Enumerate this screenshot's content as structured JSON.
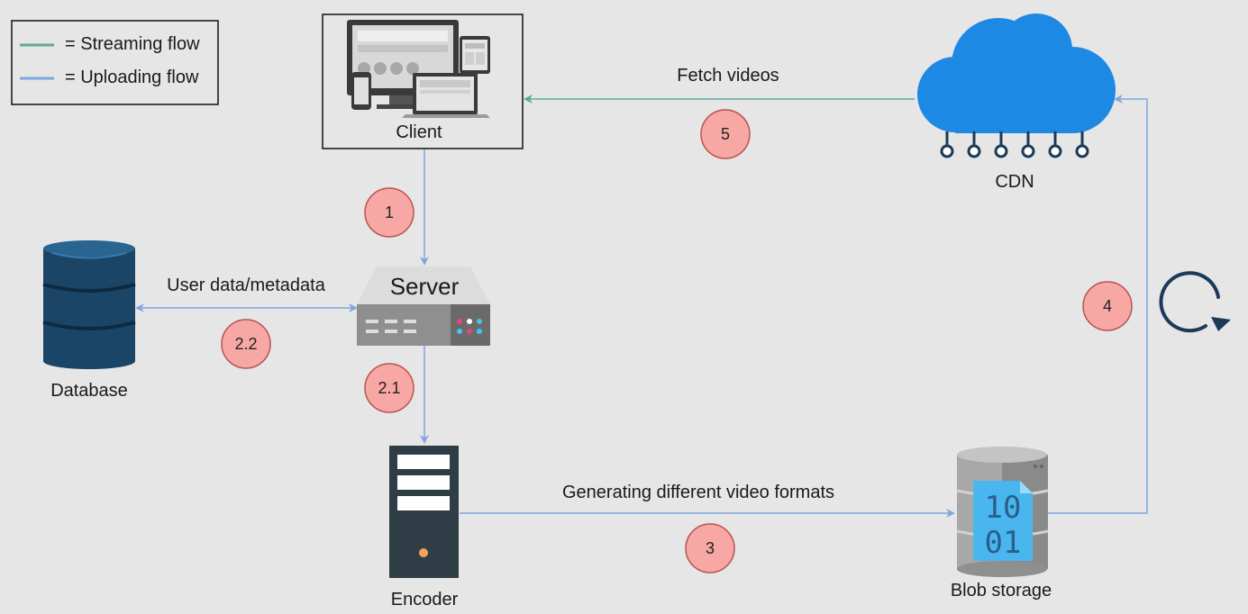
{
  "legend": {
    "streaming": {
      "label": "= Streaming flow",
      "color": "#5fa896"
    },
    "uploading": {
      "label": "= Uploading flow",
      "color": "#7ea6e0"
    }
  },
  "nodes": {
    "client": {
      "label": "Client",
      "icon": "devices-icon"
    },
    "server": {
      "label": "Server",
      "icon": "server-rack-icon"
    },
    "database": {
      "label": "Database",
      "icon": "database-icon"
    },
    "encoder": {
      "label": "Encoder",
      "icon": "tower-server-icon"
    },
    "blob": {
      "label": "Blob storage",
      "icon": "binary-storage-icon",
      "glyph_top": "10",
      "glyph_bottom": "01"
    },
    "cdn": {
      "label": "CDN",
      "icon": "cloud-icon"
    }
  },
  "edges": {
    "fetch": {
      "label": "Fetch videos"
    },
    "metadata": {
      "label": "User data/metadata"
    },
    "generate": {
      "label": "Generating different video formats"
    }
  },
  "steps": [
    "1",
    "2.1",
    "2.2",
    "3",
    "4",
    "5"
  ],
  "colors": {
    "background": "#e6e6e6",
    "badge_fill": "#f8a8a4",
    "badge_stroke": "#b85450",
    "cloud": "#1e88e5",
    "database": "#1b4566",
    "encoder": "#2f3e46"
  }
}
